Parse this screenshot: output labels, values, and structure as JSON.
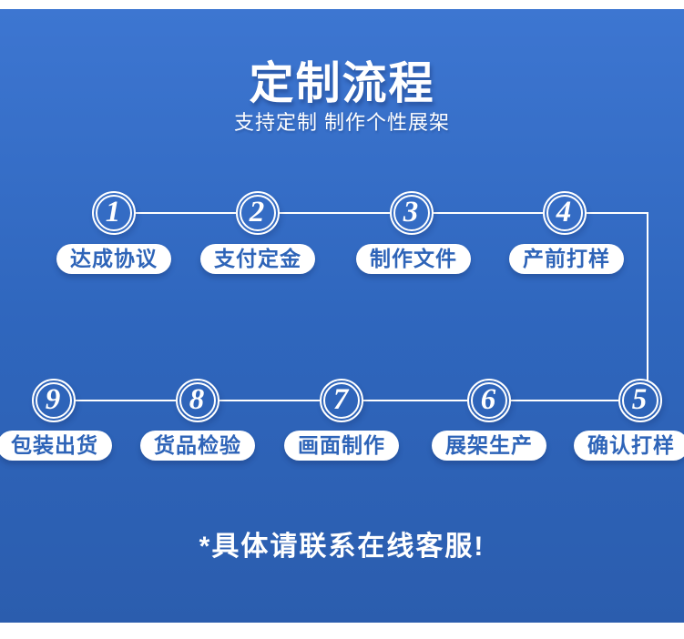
{
  "header": {
    "title": "定制流程",
    "subtitle": "支持定制 制作个性展架"
  },
  "steps": [
    {
      "num": "1",
      "label": "达成协议"
    },
    {
      "num": "2",
      "label": "支付定金"
    },
    {
      "num": "3",
      "label": "制作文件"
    },
    {
      "num": "4",
      "label": "产前打样"
    },
    {
      "num": "5",
      "label": "确认打样"
    },
    {
      "num": "6",
      "label": "展架生产"
    },
    {
      "num": "7",
      "label": "画面制作"
    },
    {
      "num": "8",
      "label": "货品检验"
    },
    {
      "num": "9",
      "label": "包装出货"
    }
  ],
  "footnote": "*具体请联系在线客服!",
  "colors": {
    "bg_top": "#3d76d1",
    "bg_mid": "#2f66bd",
    "bg_bottom": "#2b5dae",
    "line_white": "#ffffff",
    "pill_bg": "#ffffff",
    "pill_text": "#2e64b8",
    "title_text": "#ffffff"
  }
}
